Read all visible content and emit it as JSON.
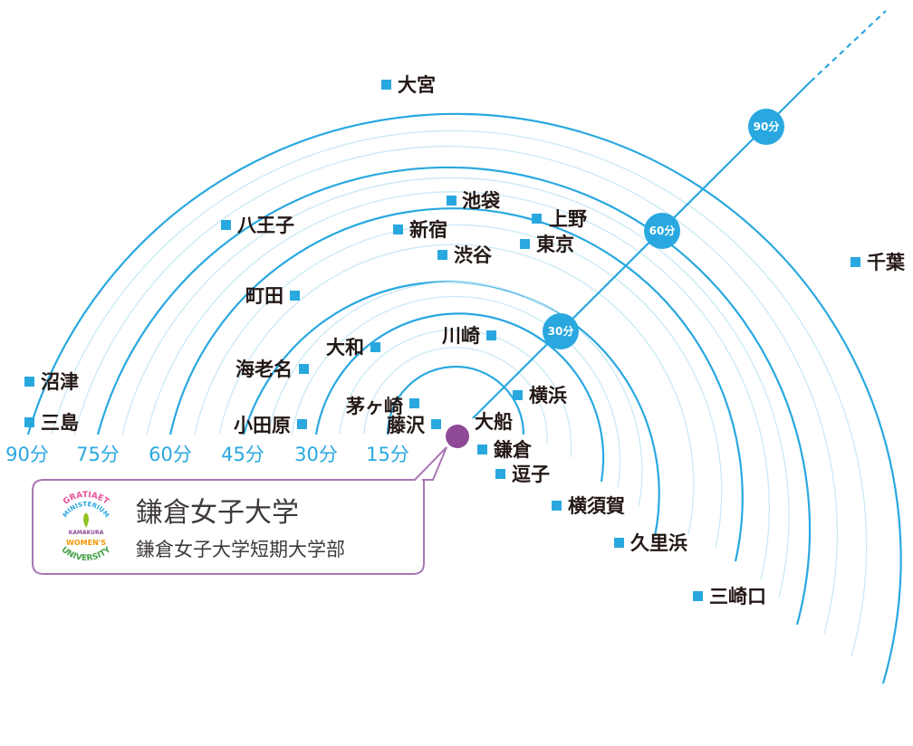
{
  "map": {
    "colors": {
      "ring": "#29a8e0",
      "station_marker": "#29a8e0",
      "origin": "#8e4a96",
      "callout_border": "#a977b4",
      "text": "#231815"
    },
    "ring_labels": [
      "90分",
      "75分",
      "60分",
      "45分",
      "30分",
      "15分"
    ],
    "ray_badges": [
      "30分",
      "60分",
      "90分"
    ],
    "origin_station": "大船",
    "stations": [
      {
        "name": "大宮"
      },
      {
        "name": "池袋"
      },
      {
        "name": "上野"
      },
      {
        "name": "八王子"
      },
      {
        "name": "新宿"
      },
      {
        "name": "東京"
      },
      {
        "name": "渋谷"
      },
      {
        "name": "千葉"
      },
      {
        "name": "町田"
      },
      {
        "name": "川崎"
      },
      {
        "name": "大和"
      },
      {
        "name": "海老名"
      },
      {
        "name": "沼津"
      },
      {
        "name": "横浜"
      },
      {
        "name": "茅ヶ崎"
      },
      {
        "name": "三島"
      },
      {
        "name": "小田原"
      },
      {
        "name": "藤沢"
      },
      {
        "name": "鎌倉"
      },
      {
        "name": "逗子"
      },
      {
        "name": "横須賀"
      },
      {
        "name": "久里浜"
      },
      {
        "name": "三崎口"
      }
    ],
    "callout": {
      "title": "鎌倉女子大学",
      "subtitle": "鎌倉女子大学短期大学部"
    },
    "logo": {
      "top_text": "GRATIAET",
      "middle_text": "MINISTERIUM",
      "bottom_text": "UNIVERSITY",
      "inner_text": "WOMEN'S",
      "small_text": "KAMAKURA"
    }
  }
}
